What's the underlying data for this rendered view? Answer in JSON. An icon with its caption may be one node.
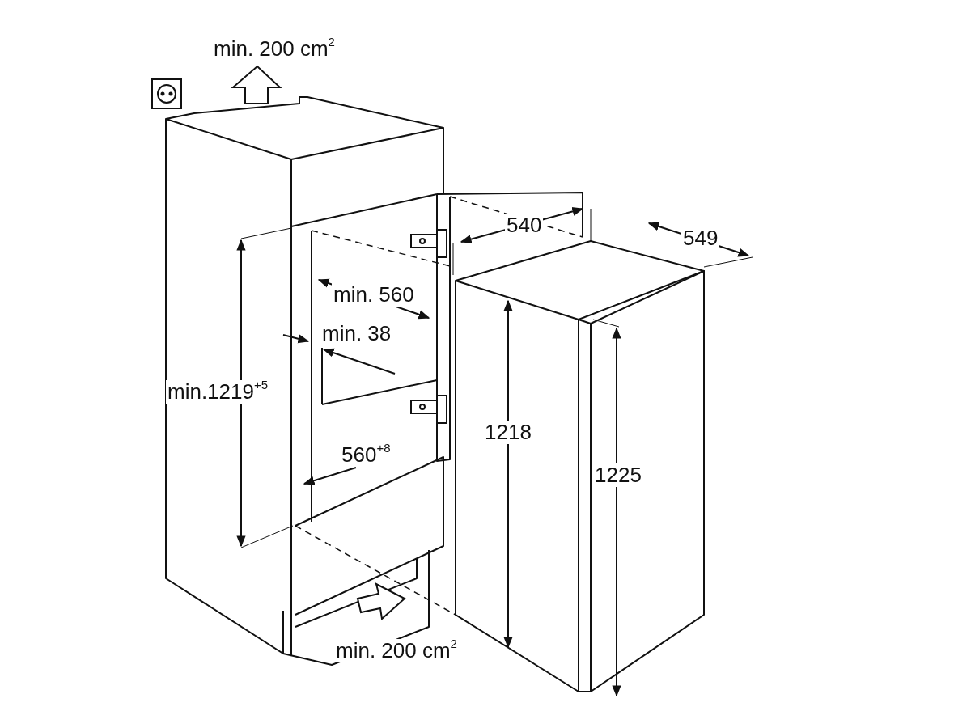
{
  "diagram": {
    "labels": [
      "min. 200 cm$^{2}$",
      "540",
      "549",
      "min. 560",
      "min. 38",
      "min.1219$^{+5}$",
      "1218",
      "1225",
      "560$^{+8}$",
      "min. 200 cm$^{2}$"
    ]
  }
}
